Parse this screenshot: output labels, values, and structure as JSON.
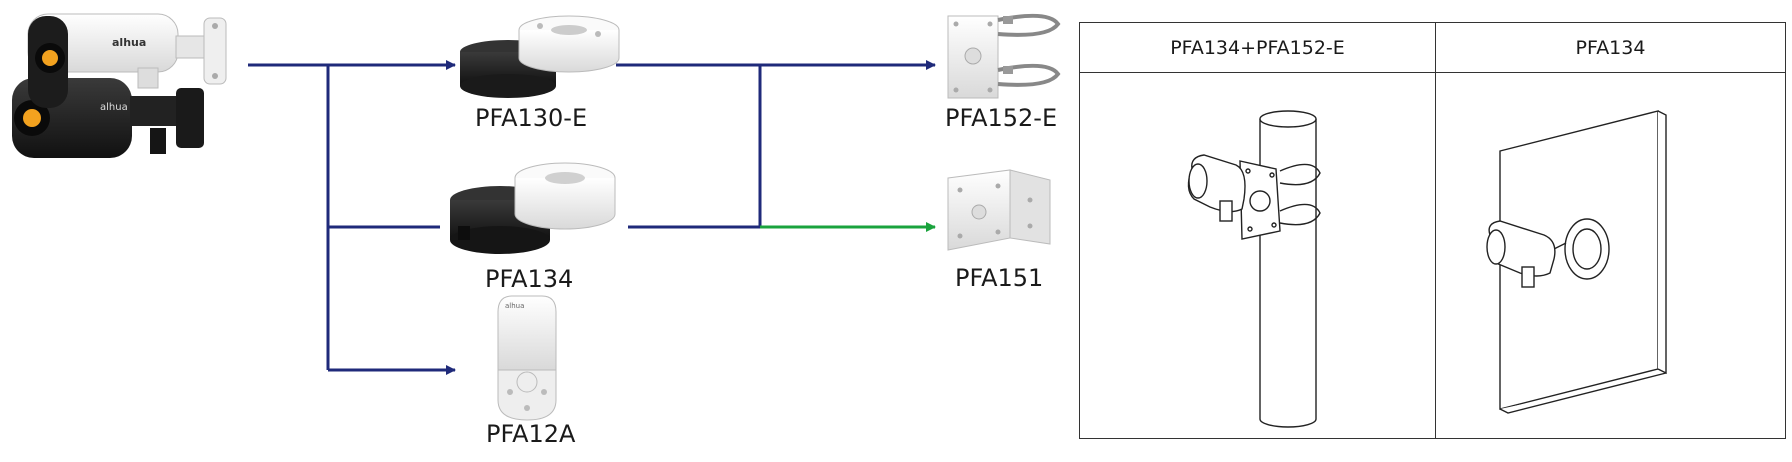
{
  "products": {
    "junction_box_1": "PFA130-E",
    "junction_box_2": "PFA134",
    "wall_mount": "PFA12A",
    "pole_mount": "PFA152-E",
    "corner_mount": "PFA151"
  },
  "table": {
    "col1_header": "PFA134+PFA152-E",
    "col2_header": "PFA134"
  },
  "colors": {
    "primary_line": "#1f2a7a",
    "alt_line": "#1aa33d",
    "camera_white": "#f2f2f2",
    "camera_black": "#1e1e1e",
    "mount_white": "#f0f0f0",
    "mount_black": "#222222"
  },
  "logo": "alhua"
}
